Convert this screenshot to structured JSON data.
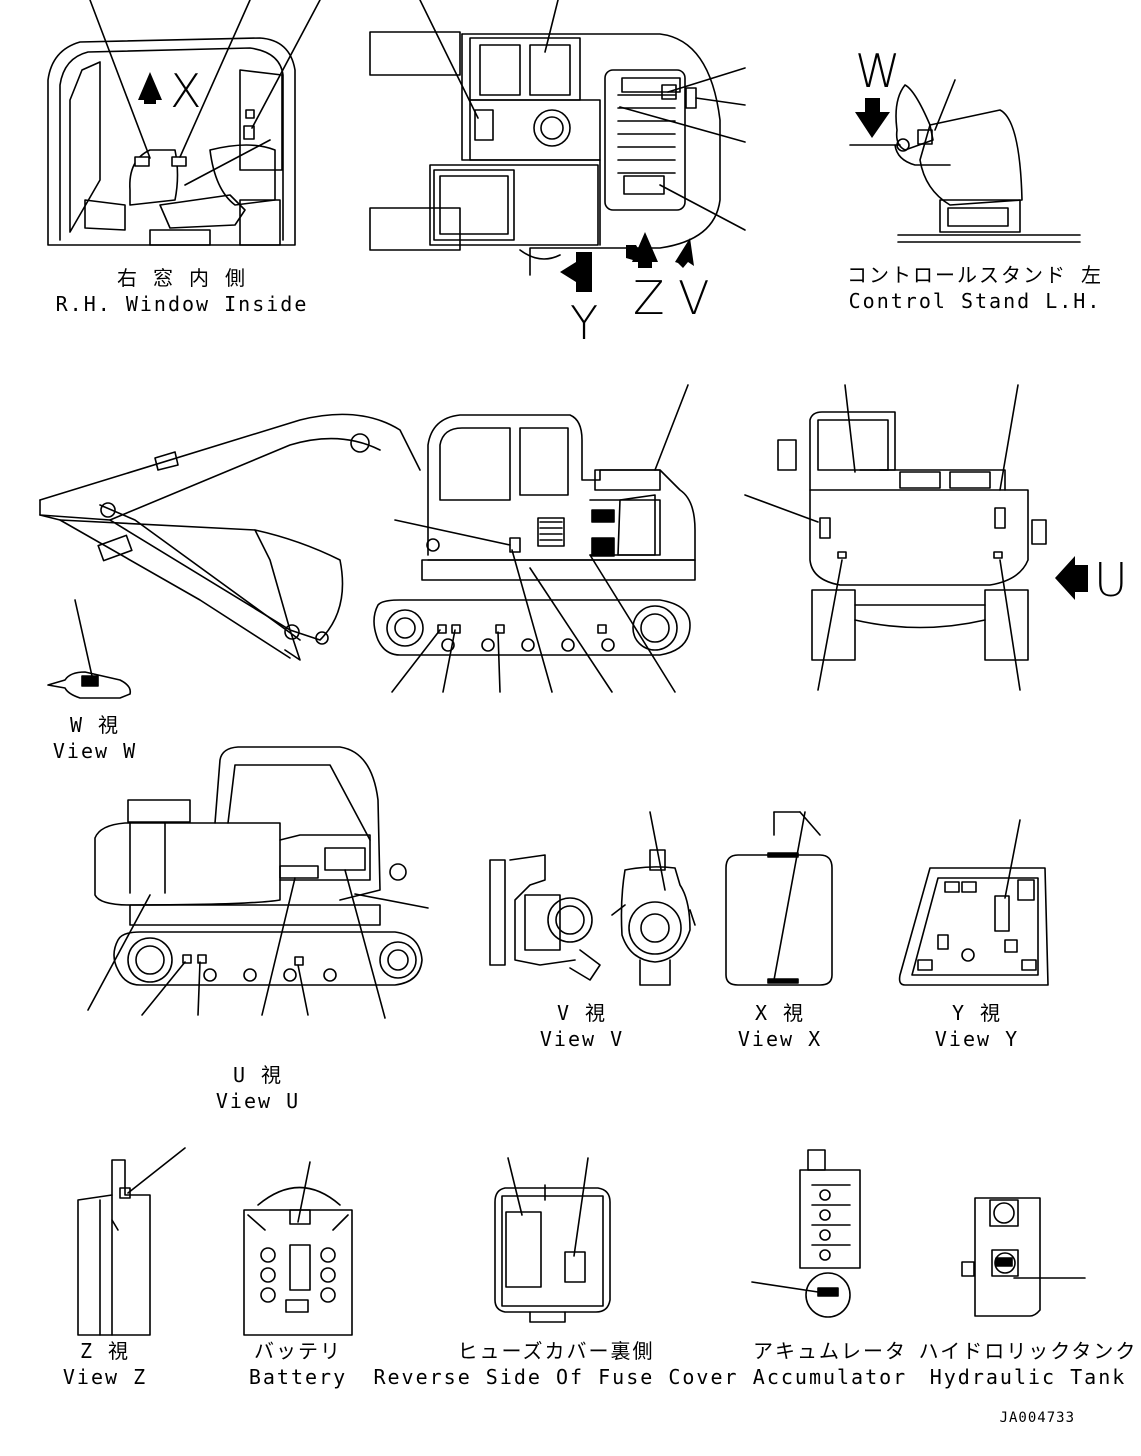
{
  "views": {
    "rh_window": {
      "jp": "右 窓 内 側",
      "en": "R.H. Window Inside"
    },
    "control_stand": {
      "jp": "コントロールスタンド 左",
      "en": "Control Stand L.H."
    },
    "view_w": {
      "jp": "W 視",
      "en": "View W"
    },
    "view_u": {
      "jp": "U 視",
      "en": "View U"
    },
    "view_v": {
      "jp": "V 視",
      "en": "View V"
    },
    "view_x": {
      "jp": "X 視",
      "en": "View X"
    },
    "view_y": {
      "jp": "Y 視",
      "en": "View Y"
    },
    "view_z": {
      "jp": "Z 視",
      "en": "View Z"
    },
    "battery": {
      "jp": "バッテリ",
      "en": "Battery"
    },
    "fuse_cover": {
      "jp": "ヒューズカバー裏側",
      "en": "Reverse Side Of Fuse Cover"
    },
    "accumulator": {
      "jp": "アキュムレータ",
      "en": "Accumulator"
    },
    "hydraulic_tank": {
      "jp": "ハイドロリックタンク",
      "en": "Hydraulic Tank"
    }
  },
  "arrow_letters": {
    "x": "X",
    "y": "Y",
    "z": "Z",
    "v": "V",
    "w": "W",
    "u": "U"
  },
  "document_id": "JA004733"
}
